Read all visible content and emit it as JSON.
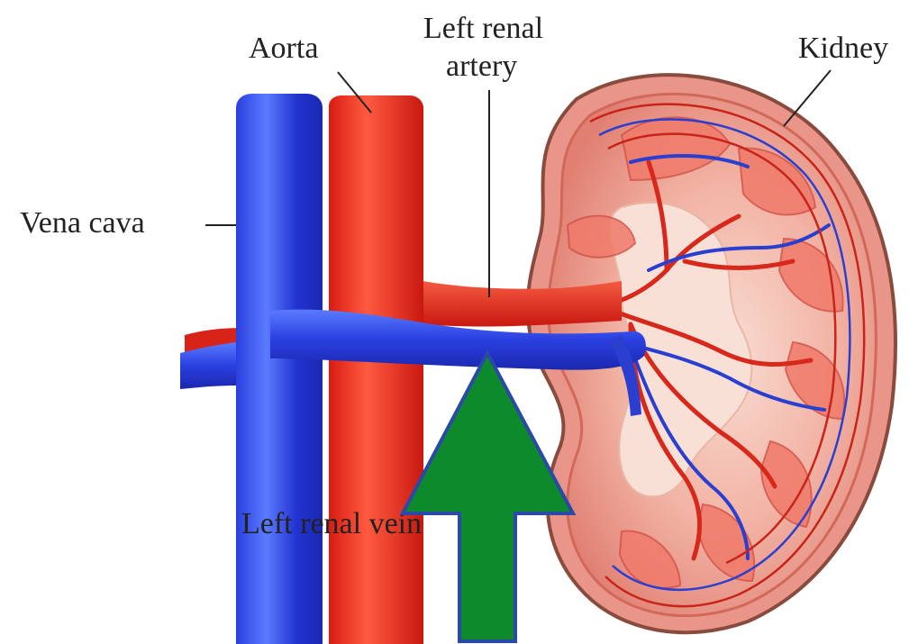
{
  "labels": {
    "aorta": "Aorta",
    "left_renal_artery_line1": "Left renal",
    "left_renal_artery_line2": "artery",
    "kidney": "Kidney",
    "vena_cava": "Vena cava",
    "left_renal_vein": "Left renal vein"
  },
  "colors": {
    "vein": "#1f3fd0",
    "artery": "#e0281c",
    "kidney_cortex": "#e48a80",
    "kidney_inner": "#f6d2c6",
    "kidney_outline": "#8a4b3f",
    "pointer_arrow_fill": "#0d8a2c",
    "pointer_arrow_outline": "#2b4aa8"
  },
  "icons": {
    "pointer": "green-up-arrow-icon"
  }
}
